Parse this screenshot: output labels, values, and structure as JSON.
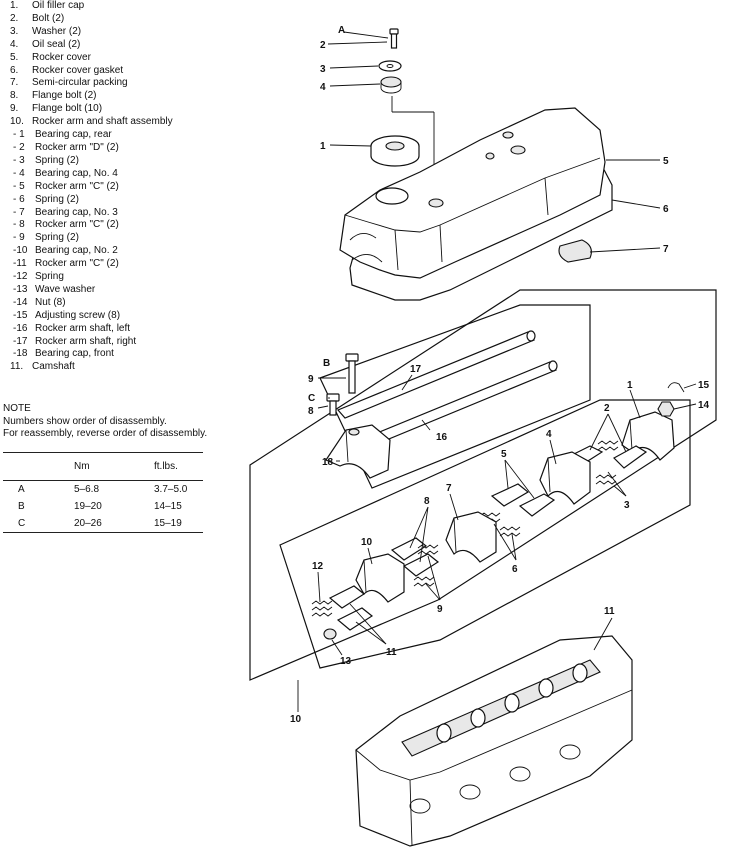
{
  "legend": [
    {
      "num": "1.",
      "text": "Oil filler cap"
    },
    {
      "num": "2.",
      "text": "Bolt (2)"
    },
    {
      "num": "3.",
      "text": "Washer (2)"
    },
    {
      "num": "4.",
      "text": "Oil seal (2)"
    },
    {
      "num": "5.",
      "text": "Rocker cover"
    },
    {
      "num": "6.",
      "text": "Rocker cover gasket"
    },
    {
      "num": "7.",
      "text": "Semi-circular packing"
    },
    {
      "num": "8.",
      "text": "Flange bolt (2)"
    },
    {
      "num": "9.",
      "text": "Flange bolt (10)"
    },
    {
      "num": "10.",
      "text": "Rocker arm and shaft assembly"
    },
    {
      "num": "- 1",
      "text": "Bearing cap, rear",
      "sub": true
    },
    {
      "num": "- 2",
      "text": "Rocker arm \"D\" (2)",
      "sub": true
    },
    {
      "num": "- 3",
      "text": "Spring (2)",
      "sub": true
    },
    {
      "num": "- 4",
      "text": "Bearing cap, No. 4",
      "sub": true
    },
    {
      "num": "- 5",
      "text": "Rocker arm \"C\" (2)",
      "sub": true
    },
    {
      "num": "- 6",
      "text": "Spring (2)",
      "sub": true
    },
    {
      "num": "- 7",
      "text": "Bearing cap, No. 3",
      "sub": true
    },
    {
      "num": "- 8",
      "text": "Rocker arm \"C\" (2)",
      "sub": true
    },
    {
      "num": "- 9",
      "text": "Spring (2)",
      "sub": true
    },
    {
      "num": "-10",
      "text": "Bearing cap, No. 2",
      "sub": true
    },
    {
      "num": "-11",
      "text": "Rocker arm \"C\" (2)",
      "sub": true
    },
    {
      "num": "-12",
      "text": "Spring",
      "sub": true
    },
    {
      "num": "-13",
      "text": "Wave washer",
      "sub": true
    },
    {
      "num": "-14",
      "text": "Nut (8)",
      "sub": true
    },
    {
      "num": "-15",
      "text": "Adjusting screw (8)",
      "sub": true
    },
    {
      "num": "-16",
      "text": "Rocker arm shaft, left",
      "sub": true
    },
    {
      "num": "-17",
      "text": "Rocker arm shaft, right",
      "sub": true
    },
    {
      "num": "-18",
      "text": "Bearing cap, front",
      "sub": true
    },
    {
      "num": "11.",
      "text": "Camshaft"
    }
  ],
  "note": {
    "title": "NOTE",
    "line1": "Numbers show order of disassembly.",
    "line2": "For reassembly, reverse order of disassembly."
  },
  "torque_table": {
    "headers": [
      "",
      "Nm",
      "ft.lbs."
    ],
    "rows": [
      [
        "A",
        "5–6.8",
        "3.7–5.0"
      ],
      [
        "B",
        "19–20",
        "14–15"
      ],
      [
        "C",
        "20–26",
        "15–19"
      ]
    ]
  },
  "callouts": {
    "A": "A",
    "B": "B",
    "C": "C",
    "n1": "1",
    "n2": "2",
    "n3": "3",
    "n4": "4",
    "n5": "5",
    "n6": "6",
    "n7": "7",
    "n8": "8",
    "n9": "9",
    "n10": "10",
    "n11": "11",
    "n12": "12",
    "n13": "13",
    "n14": "14",
    "n15": "15",
    "n16": "16",
    "n17": "17",
    "n18": "18"
  }
}
